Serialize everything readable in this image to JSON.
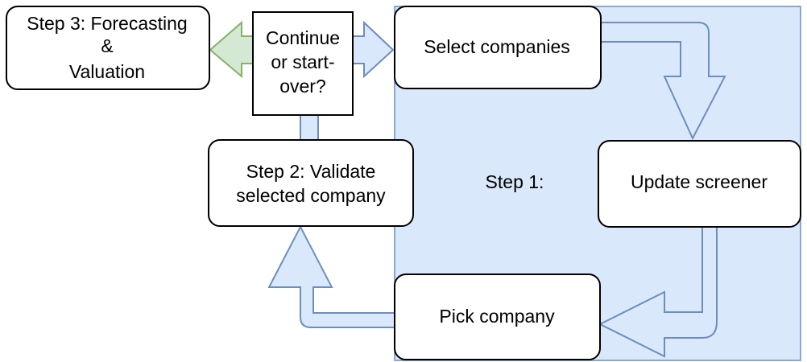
{
  "colors": {
    "step1_region_fill": "#dae8fc",
    "step1_region_border": "#6c8ebf",
    "arrow_blue_fill": "#dae8fc",
    "arrow_blue_stroke": "#6c8ebf",
    "arrow_green_fill": "#d5e8d4",
    "arrow_green_stroke": "#82b366",
    "node_fill": "#ffffff",
    "node_stroke": "#000000"
  },
  "nodes": {
    "step3": {
      "lines": [
        "Step 3: Forecasting",
        "&",
        "Valuation"
      ]
    },
    "decision": {
      "lines": [
        "Continue",
        "or start-",
        "over?"
      ]
    },
    "select": {
      "lines": [
        "Select companies"
      ]
    },
    "update": {
      "lines": [
        "Update screener"
      ]
    },
    "pick": {
      "lines": [
        "Pick company"
      ]
    },
    "step2": {
      "lines": [
        "Step 2: Validate",
        "selected company"
      ]
    }
  },
  "regions": {
    "step1": {
      "label": "Step 1:"
    }
  }
}
